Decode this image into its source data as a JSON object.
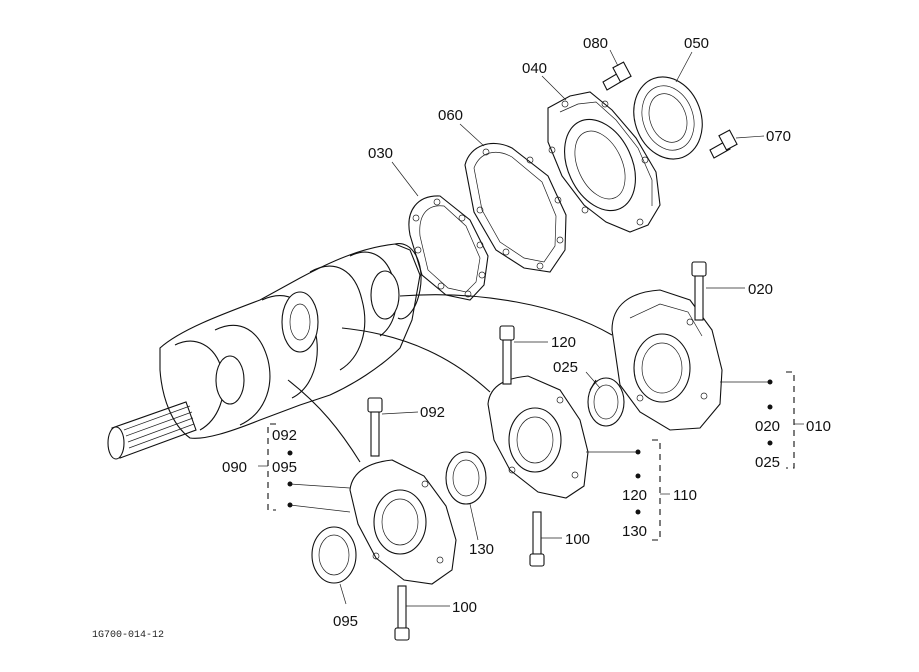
{
  "callouts": {
    "p080": "080",
    "p050": "050",
    "p040": "040",
    "p060": "060",
    "p070": "070",
    "p030": "030",
    "p020": "020",
    "p120": "120",
    "p025": "025",
    "p092": "092",
    "p100_top": "100",
    "p100_bottom": "100",
    "p130": "130",
    "p095": "095"
  },
  "groups": {
    "g010": {
      "id": "010",
      "members": [
        "020",
        "025"
      ]
    },
    "g110": {
      "id": "110",
      "members": [
        "120",
        "130"
      ]
    },
    "g090": {
      "id": "090",
      "members": [
        "092",
        "095"
      ]
    }
  },
  "figure_code": "1G700-014-12"
}
